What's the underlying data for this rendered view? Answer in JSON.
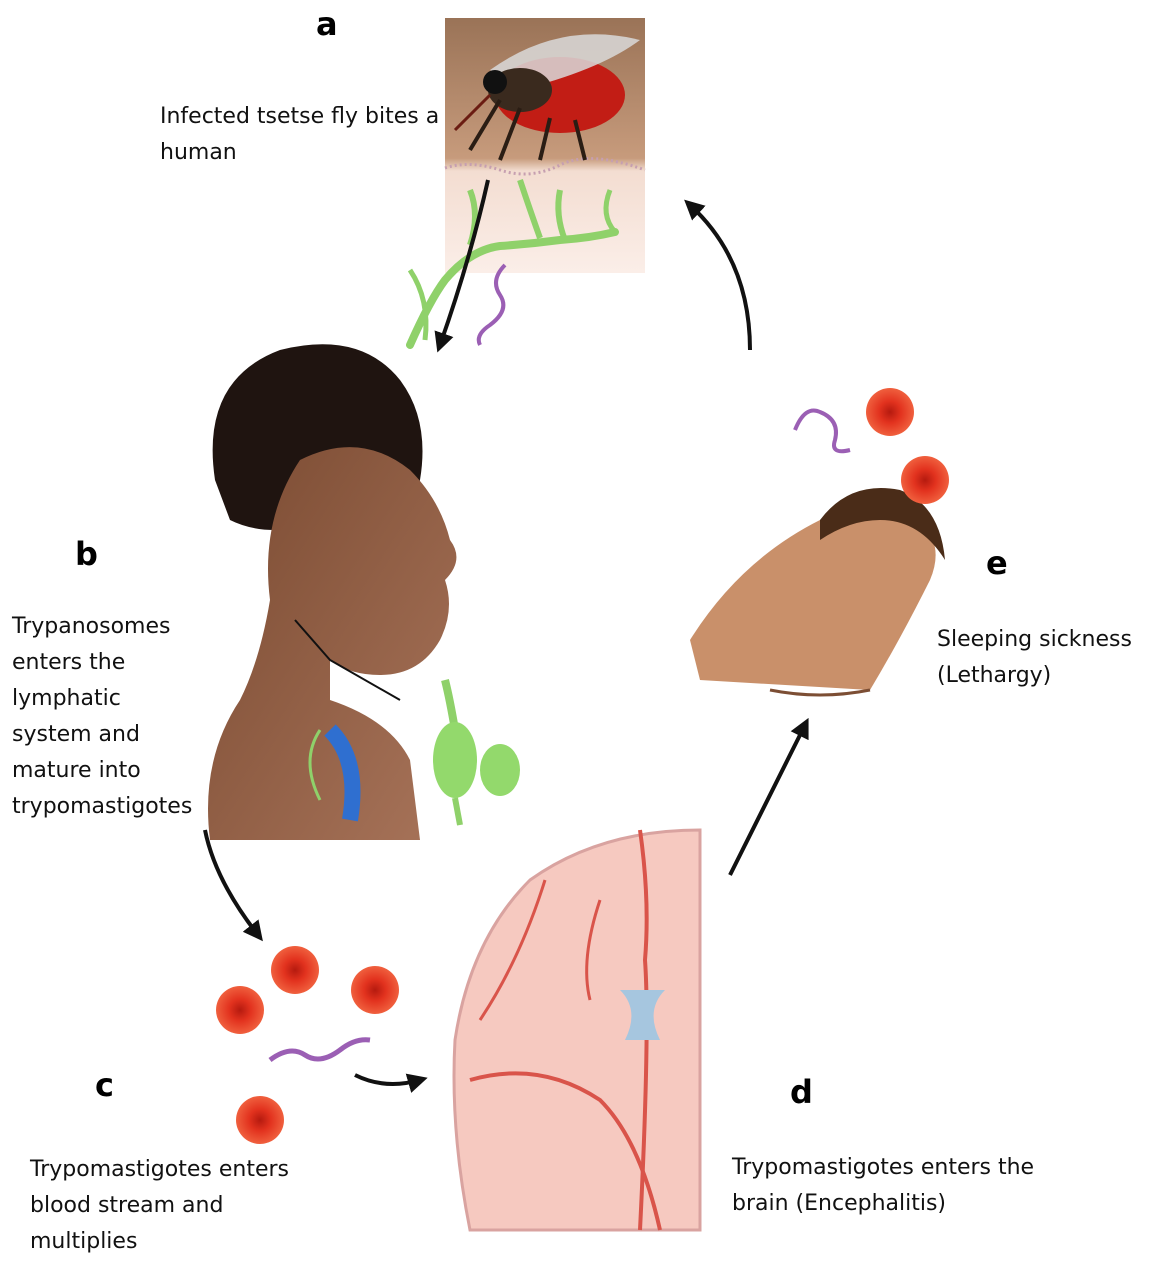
{
  "stages": [
    {
      "id": "a",
      "letter": "a",
      "caption_lines": [
        "Infected tsetse fly bites a",
        "human"
      ]
    },
    {
      "id": "b",
      "letter": "b",
      "caption_lines": [
        "Trypanosomes",
        "enters the",
        "lymphatic",
        "system and",
        "mature into",
        "trypomastigotes"
      ]
    },
    {
      "id": "c",
      "letter": "c",
      "caption_lines": [
        "Trypomastigotes enters",
        "blood stream and",
        "multiplies"
      ]
    },
    {
      "id": "d",
      "letter": "d",
      "caption_lines": [
        "Trypomastigotes enters the",
        "brain (Encephalitis)"
      ]
    },
    {
      "id": "e",
      "letter": "e",
      "caption_lines": [
        "Sleeping sickness",
        "(Lethargy)"
      ]
    }
  ],
  "icons": [
    "tsetse-fly-icon",
    "skin-lymph-icon",
    "trypanosome-icon",
    "woman-profile-icon",
    "lymph-node-icon",
    "red-blood-cell-icon",
    "brain-section-icon",
    "sleeping-child-icon",
    "cycle-arrow-icon"
  ],
  "colors": {
    "lymph": "#8fd16a",
    "blood_cell": "#e8341f",
    "blood_cell_center": "#b81d10",
    "parasite": "#9b5fb4",
    "brain_tissue": "#f6c9c0",
    "brain_vessel": "#d9544a",
    "skin_dark": "#6b3b25",
    "arrow": "#111111"
  }
}
